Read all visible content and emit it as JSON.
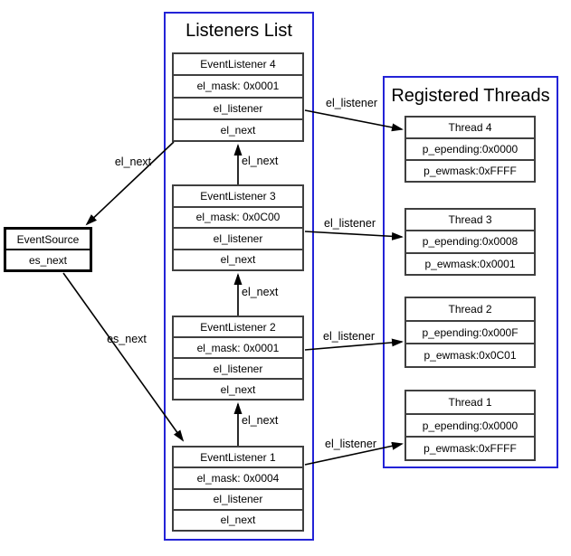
{
  "listeners_list": {
    "title": "Listeners List",
    "items": [
      {
        "rows": [
          "EventListener 4",
          "el_mask: 0x0001",
          "el_listener",
          "el_next"
        ]
      },
      {
        "rows": [
          "EventListener 3",
          "el_mask: 0x0C00",
          "el_listener",
          "el_next"
        ]
      },
      {
        "rows": [
          "EventListener 2",
          "el_mask: 0x0001",
          "el_listener",
          "el_next"
        ]
      },
      {
        "rows": [
          "EventListener 1",
          "el_mask: 0x0004",
          "el_listener",
          "el_next"
        ]
      }
    ]
  },
  "registered_threads": {
    "title": "Registered Threads",
    "items": [
      {
        "rows": [
          "Thread 4",
          "p_epending:0x0000",
          "p_ewmask:0xFFFF"
        ]
      },
      {
        "rows": [
          "Thread 3",
          "p_epending:0x0008",
          "p_ewmask:0x0001"
        ]
      },
      {
        "rows": [
          "Thread 2",
          "p_epending:0x000F",
          "p_ewmask:0x0C01"
        ]
      },
      {
        "rows": [
          "Thread 1",
          "p_epending:0x0000",
          "p_ewmask:0xFFFF"
        ]
      }
    ]
  },
  "event_source": {
    "rows": [
      "EventSource",
      "es_next"
    ]
  },
  "edge_labels": {
    "el_next_to_source": "el_next",
    "es_next_to_listener1": "es_next",
    "el_next_3_to_4": "el_next",
    "el_next_2_to_3": "el_next",
    "el_next_1_to_2": "el_next",
    "el_listener_to_t4": "el_listener",
    "el_listener_to_t3": "el_listener",
    "el_listener_to_t2": "el_listener",
    "el_listener_to_t1": "el_listener"
  },
  "colors": {
    "group_border": "#2323d7",
    "record_border": "#3f3f3f",
    "event_source_border": "#000000",
    "arrow": "#000000",
    "background": "#ffffff"
  }
}
